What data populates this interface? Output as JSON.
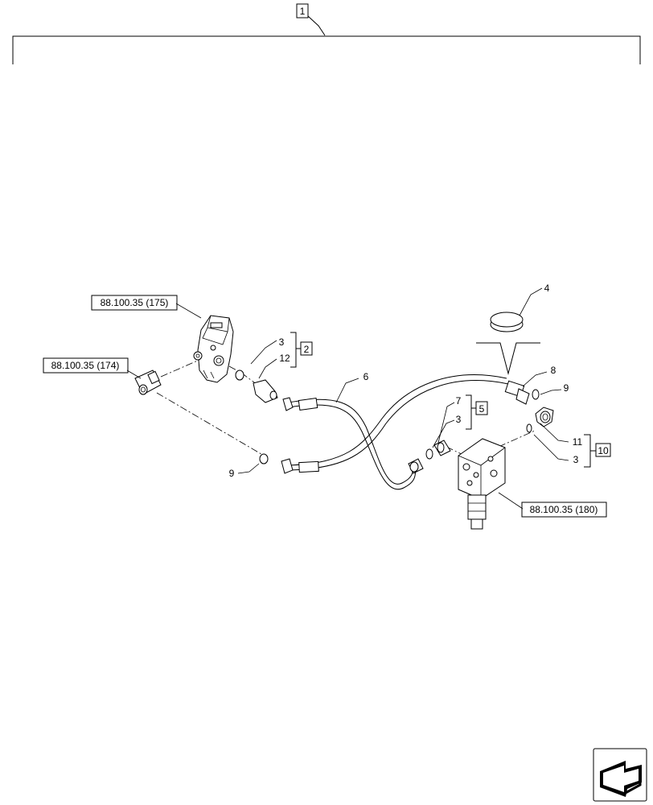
{
  "assembly_label": "1",
  "callouts": {
    "c2": "2",
    "c3a": "3",
    "c12": "12",
    "c4": "4",
    "c5": "5",
    "c7": "7",
    "c3b": "3",
    "c6": "6",
    "c8": "8",
    "c9a": "9",
    "c9b": "9",
    "c10": "10",
    "c11": "11",
    "c3c": "3"
  },
  "references": {
    "r175": "88.100.35 (175)",
    "r174": "88.100.35 (174)",
    "r180": "88.100.35 (180)"
  },
  "icons": {
    "nav": "next-page-arrow-icon"
  }
}
